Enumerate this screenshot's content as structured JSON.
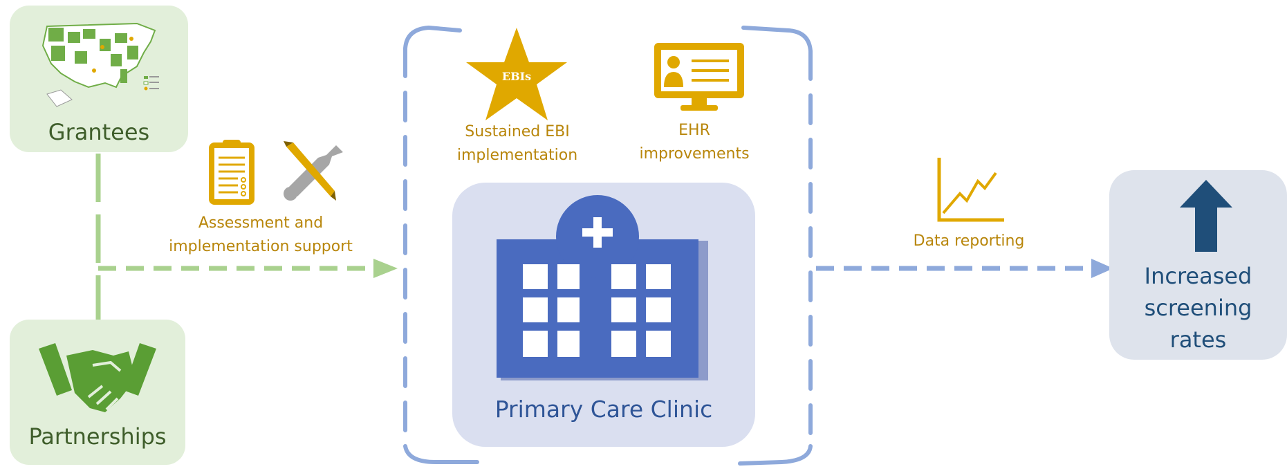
{
  "colors": {
    "green_box": "#e2efda",
    "green_line": "#a9d18e",
    "gold": "#e0a800",
    "blue_dash": "#8ea9db",
    "clinic_box": "#dadff0",
    "clinic_building": "#4a6bbf",
    "outcome_box": "#dee3ec",
    "arrow_dark": "#1f4e79"
  },
  "grantees": {
    "label": "Grantees",
    "icon": "us-map-icon"
  },
  "partnerships": {
    "label": "Partnerships",
    "icon": "handshake-icon"
  },
  "support": {
    "label_line1": "Assessment and",
    "label_line2": "implementation support",
    "icons": [
      "clipboard-icon",
      "pencil-wrench-icon"
    ]
  },
  "ebi": {
    "star_text": "EBIs",
    "label_line1": "Sustained EBI",
    "label_line2": "implementation"
  },
  "ehr": {
    "label_line1": "EHR",
    "label_line2": "improvements",
    "icon": "monitor-profile-icon"
  },
  "clinic": {
    "label": "Primary Care Clinic",
    "icon": "hospital-building-icon"
  },
  "reporting": {
    "label": "Data reporting",
    "icon": "line-chart-icon"
  },
  "outcome": {
    "line1": "Increased",
    "line2": "screening",
    "line3": "rates",
    "icon": "up-arrow-icon"
  }
}
